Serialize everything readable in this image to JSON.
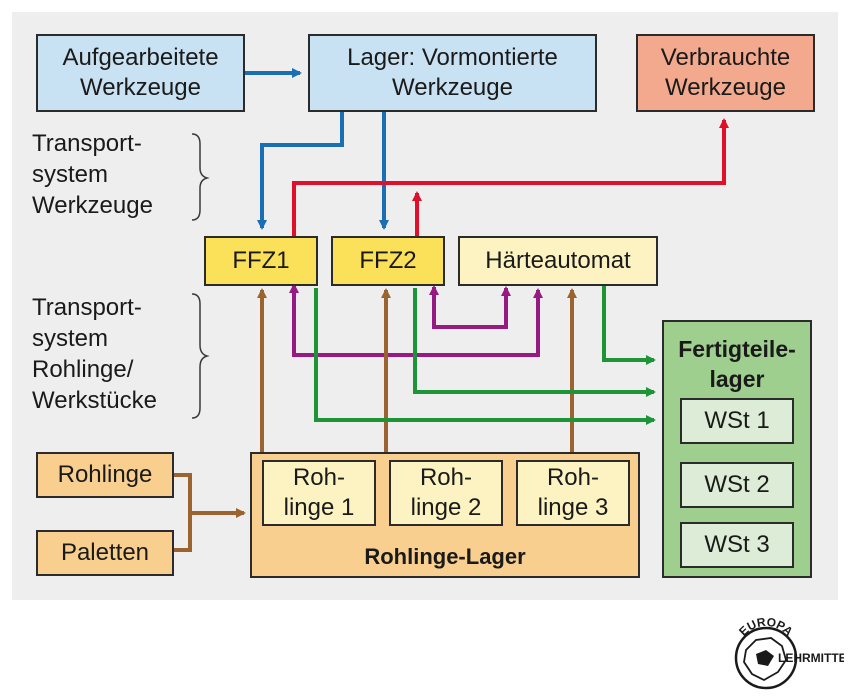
{
  "boxes": {
    "aufgearbeitete": "Aufgearbeitete\nWerkzeuge",
    "lager_vormontierte": "Lager: Vormontierte\nWerkzeuge",
    "verbrauchte": "Verbrauchte\nWerkzeuge",
    "ffz1": "FFZ1",
    "ffz2": "FFZ2",
    "haerteautomat": "Härteautomat",
    "rohlinge": "Rohlinge",
    "paletten": "Paletten",
    "rohlinge1": "Roh-\nlinge 1",
    "rohlinge2": "Roh-\nlinge 2",
    "rohlinge3": "Roh-\nlinge 3",
    "rohlinge_lager": "Rohlinge-Lager",
    "fertigteile_lager": "Fertigteile-\nlager",
    "wst1": "WSt 1",
    "wst2": "WSt 2",
    "wst3": "WSt 3"
  },
  "labels": {
    "transport_werkzeuge": "Transport-\nsystem\nWerkzeuge",
    "transport_rohlinge": "Transport-\nsystem\nRohlinge/\nWerkstücke"
  },
  "logo": {
    "top": "EUROPA",
    "right": "LEHRMITTEL"
  },
  "colors": {
    "tool_flow": "#1a6fb4",
    "waste_flow": "#e0102a",
    "harden_flow": "#961a82",
    "blank_flow": "#9a6330",
    "finished_flow": "#1e9438"
  }
}
